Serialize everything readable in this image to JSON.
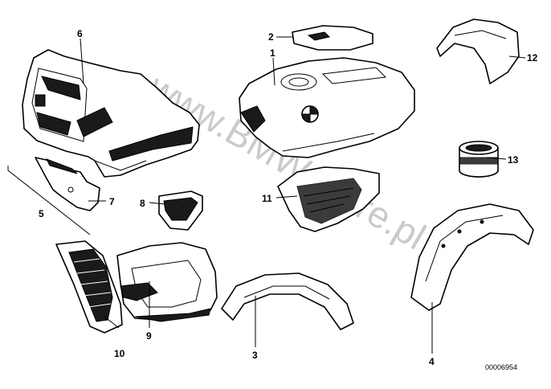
{
  "diagram": {
    "labels": [
      "1",
      "2",
      "3",
      "4",
      "5",
      "6",
      "7",
      "8",
      "9",
      "10",
      "11",
      "12",
      "13"
    ],
    "reference_number": "00006954",
    "watermark": "www.BMW-store.pl"
  }
}
